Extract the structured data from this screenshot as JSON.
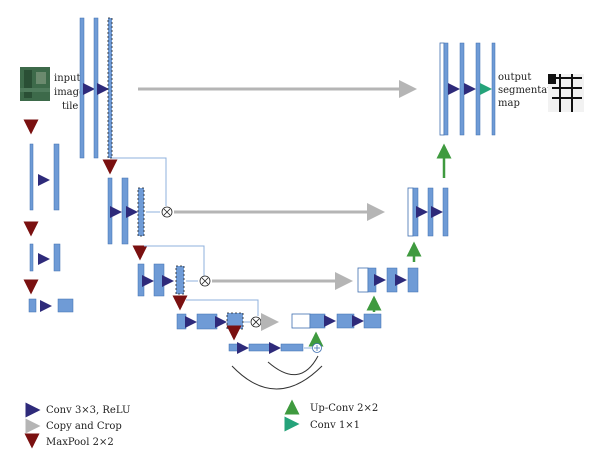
{
  "labels": {
    "input": [
      "input",
      "image",
      "tile"
    ],
    "output": [
      "output",
      "segmentation",
      "map"
    ]
  },
  "legend": {
    "conv": "Conv 3×3, ReLU",
    "copy_crop": "Copy and Crop",
    "maxpool": "MaxPool 2×2",
    "upconv": "Up-Conv 2×2",
    "conv1x1": "Conv 1×1"
  },
  "colors": {
    "feature_map": "#6f9bd6",
    "feature_map_border": "#3f6fb0",
    "conv_arrow": "#2e2a7a",
    "copy_arrow": "#b5b5b5",
    "maxpool_arrow": "#7a1010",
    "upconv_arrow": "#3f9a3f",
    "conv1x1_arrow": "#25a37a"
  }
}
